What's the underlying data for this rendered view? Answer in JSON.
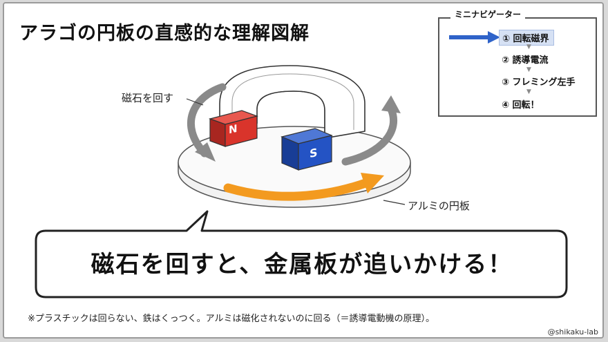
{
  "title": "アラゴの円板の直感的な理解図解",
  "mini_nav": {
    "heading": "ミニナビゲーター",
    "items": [
      {
        "label": "① 回転磁界",
        "active": true
      },
      {
        "label": "② 誘導電流",
        "active": false
      },
      {
        "label": "③ フレミング左手",
        "active": false
      },
      {
        "label": "④ 回転！",
        "active": false
      }
    ]
  },
  "diagram": {
    "rotate_magnet_label": "磁石を回す",
    "disk_label": "アルミの円板",
    "pole_n": "N",
    "pole_s": "S"
  },
  "bubble": {
    "text": "磁石を回すと、金属板が追いかける！"
  },
  "note": "※プラスチックは回らない、鉄はくっつく。アルミは磁化されないのに回る（＝誘導電動機の原理）。",
  "credit": "@shikaku-lab",
  "colors": {
    "n_pole": "#d9342b",
    "s_pole": "#2453c4",
    "rotation_arrow": "#f39a1f",
    "magnet_arrow": "#8a8a8a",
    "nav_arrow": "#2f63c9"
  }
}
